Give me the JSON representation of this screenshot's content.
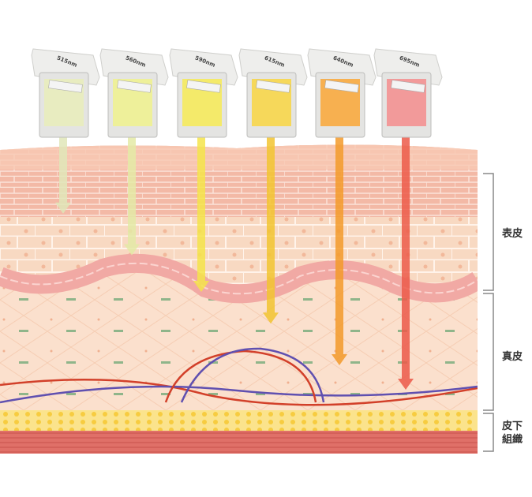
{
  "filters": [
    {
      "label": "515nm",
      "color": "#e8ecc0",
      "arrow": "#e0e6b8",
      "depth": 0.18
    },
    {
      "label": "560nm",
      "color": "#eef09a",
      "arrow": "#e4eaa6",
      "depth": 0.35
    },
    {
      "label": "590nm",
      "color": "#f4ea6a",
      "arrow": "#f5e44a",
      "depth": 0.5
    },
    {
      "label": "615nm",
      "color": "#f6d85a",
      "arrow": "#f2c430",
      "depth": 0.63
    },
    {
      "label": "640nm",
      "color": "#f7b050",
      "arrow": "#f39a2a",
      "depth": 0.8
    },
    {
      "label": "695nm",
      "color": "#f29a9a",
      "arrow": "#ec5a4a",
      "depth": 0.9
    }
  ],
  "layers": {
    "epidermis": "表皮",
    "dermis": "真皮",
    "subcutaneous_line1": "皮下",
    "subcutaneous_line2": "組織"
  }
}
